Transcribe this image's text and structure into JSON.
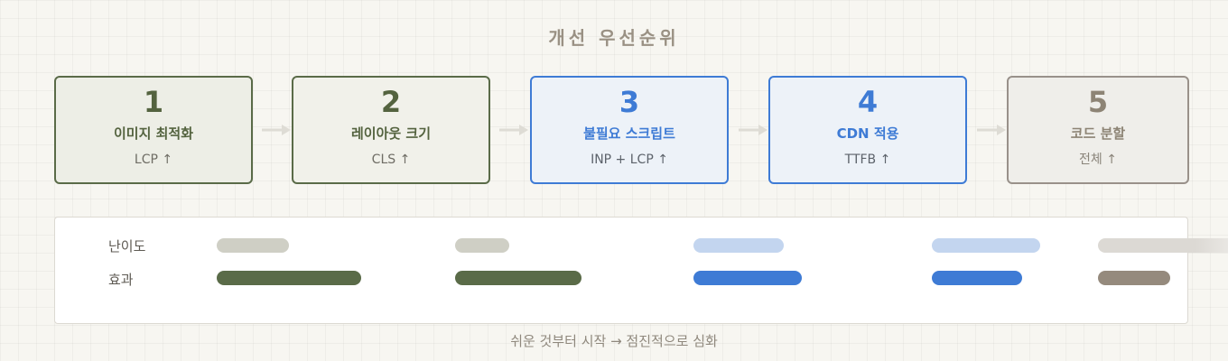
{
  "title": "개선 우선순위",
  "steps": [
    {
      "num": "1",
      "name": "이미지 최적화",
      "metric": "LCP ↑"
    },
    {
      "num": "2",
      "name": "레이아웃 크기",
      "metric": "CLS ↑"
    },
    {
      "num": "3",
      "name": "불필요 스크립트",
      "metric": "INP + LCP ↑"
    },
    {
      "num": "4",
      "name": "CDN 적용",
      "metric": "TTFB ↑"
    },
    {
      "num": "5",
      "name": "코드 분할",
      "metric": "전체 ↑"
    }
  ],
  "rows": {
    "difficulty": "난이도",
    "effect": "효과"
  },
  "footer": "쉬운 것부터 시작 → 점진적으로 심화",
  "colors": {
    "green": "#5a6b48",
    "blue": "#3e7bd5",
    "gray": "#958a7d"
  }
}
